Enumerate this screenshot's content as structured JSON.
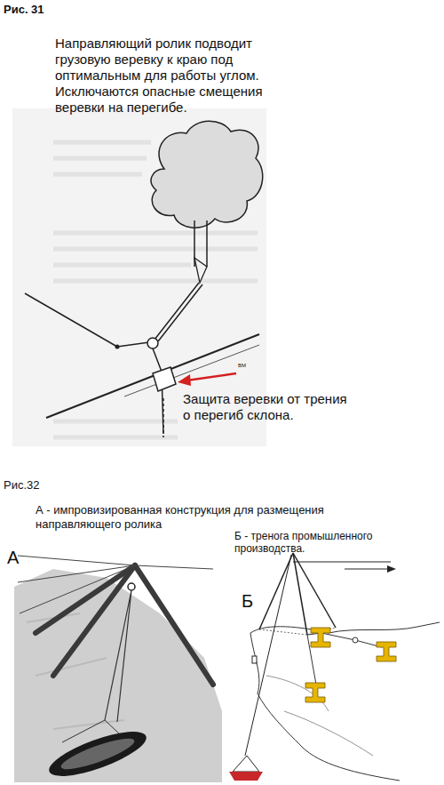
{
  "diagram": {
    "labels": [
      "Рис. 31",
      "Направляющий ролик подводит грузовую веревку к краю под оптимальным для работы углом. Исключаются опасные смещения веревки на перегибе.",
      "Защита веревки от трения о перегиб склона.",
      "BM",
      "Рис.32",
      "А - импровизированная конструкция для размещения направляющего ролика",
      "Б - тренога промышленного производства.",
      "А",
      "Б"
    ]
  }
}
